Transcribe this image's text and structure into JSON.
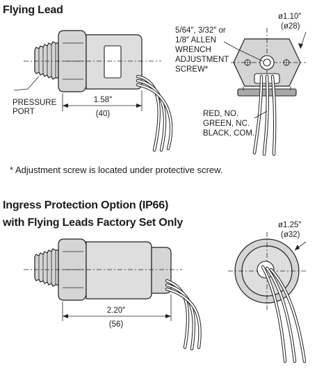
{
  "section1": {
    "title": "Flying Lead",
    "dim_length_in": "1.58″",
    "dim_length_mm": "(40)",
    "port_label_line1": "PRESSURE",
    "port_label_line2": "PORT",
    "screw_label_line1": "5/64″, 3/32″ or",
    "screw_label_line2": "1/8″ ALLEN",
    "screw_label_line3": "WRENCH",
    "screw_label_line4": "ADJUSTMENT",
    "screw_label_line5": "SCREW*",
    "dia_in": "ø1.10″",
    "dia_mm": "(ø28)",
    "wire_line1": "RED, NO.",
    "wire_line2": "GREEN, NC.",
    "wire_line3": "BLACK, COM.",
    "note": "* Adjustment screw is located under protective screw."
  },
  "section2": {
    "title_line1": "Ingress Protection Option (IP66)",
    "title_line2": "with Flying Leads Factory Set Only",
    "dim_length_in": "2.20″",
    "dim_length_mm": "(56)",
    "dia_in": "ø1.25″",
    "dia_mm": "(ø32)"
  }
}
